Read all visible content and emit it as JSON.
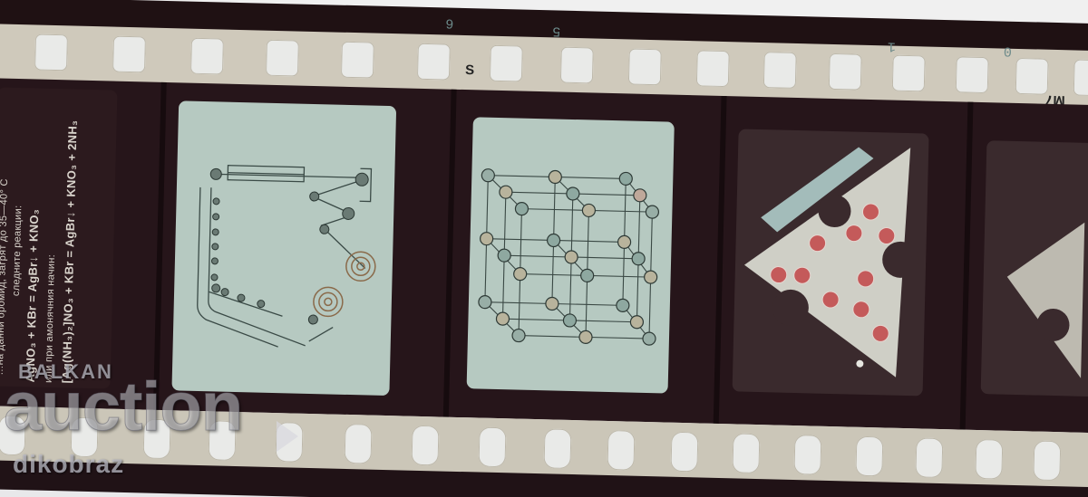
{
  "image": {
    "subject": "Filmstrip with educational chemistry/physics frames",
    "edge_markings": {
      "frame_numbers": [
        "6",
        "5",
        "1",
        "0"
      ],
      "letter_s": "S",
      "code_m7": "M7"
    },
    "frames": [
      {
        "id": "frame-text",
        "type": "text",
        "lines": [
          "…на данни бромид, загрят до 35—40° С",
          "следните реакции:",
          "AgNO₃ + KBr = AgBr↓ + KNO₃",
          "или при амонячния начин:",
          "[Ag(NH₃)₂]NO₃ + KBr = AgBr↓ + KNO₃ + 2NH₃"
        ]
      },
      {
        "id": "frame-film-coating-machine",
        "type": "diagram",
        "description": "Roller coating machine schematic with two film reels"
      },
      {
        "id": "frame-crystal-lattice",
        "type": "diagram",
        "description": "Cubic ionic crystal lattice (AgBr) with alternating colored spheres"
      },
      {
        "id": "frame-triangle-model",
        "type": "diagram",
        "description": "Triangular plate with red dots and a blue bar"
      },
      {
        "id": "frame-partial",
        "type": "diagram",
        "description": "Partially visible triangular plate"
      }
    ],
    "watermark": {
      "top": "BALKAN",
      "main": "auction",
      "sub": "dikobraz"
    },
    "colors": {
      "film_base": "#26151a",
      "perforation_band": "#cfc9bb",
      "perforation_hole": "#e9eae8",
      "diagram_green": "#b6c9c1",
      "dot_red": "#c45a5a",
      "background": "#e8e8ea"
    }
  }
}
